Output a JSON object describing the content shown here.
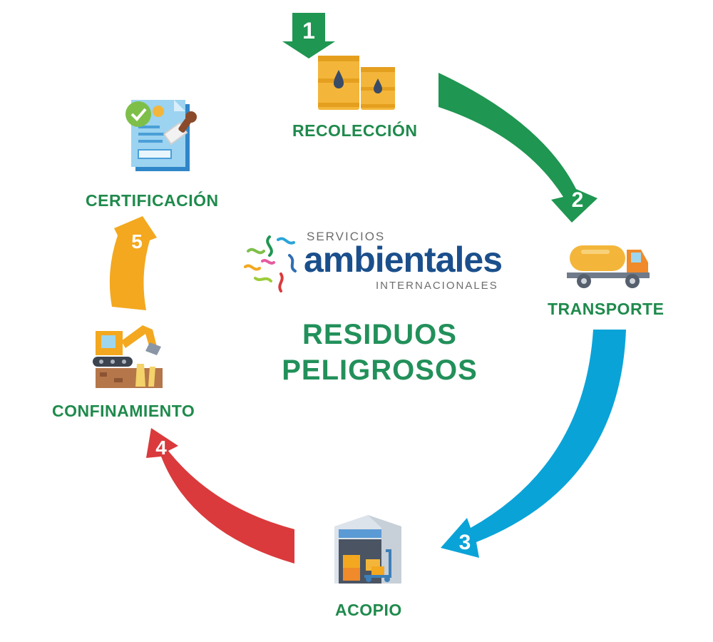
{
  "logo": {
    "top_text": "SERVICIOS",
    "main_text": "ambientales",
    "bottom_text": "INTERNACIONALES"
  },
  "title": {
    "line1": "RESIDUOS",
    "line2": "PELIGROSOS"
  },
  "steps": [
    {
      "number": "1",
      "label": "RECOLECCIÓN",
      "icon": "oil-barrels-icon",
      "arrow_color": "#1f9651"
    },
    {
      "number": "2",
      "label": "TRANSPORTE",
      "icon": "tanker-truck-icon",
      "arrow_color": "#1f9651"
    },
    {
      "number": "3",
      "label": "ACOPIO",
      "icon": "warehouse-icon",
      "arrow_color": "#0aa3d8"
    },
    {
      "number": "4",
      "label": "CONFINAMIENTO",
      "icon": "excavator-icon",
      "arrow_color": "#da3a3c"
    },
    {
      "number": "5",
      "label": "CERTIFICACIÓN",
      "icon": "certificate-document-icon",
      "arrow_color": "#f3a81f"
    }
  ],
  "colors": {
    "label_green": "#1f8a4c",
    "title_green": "#22905a",
    "logo_blue": "#1b4f8c"
  }
}
